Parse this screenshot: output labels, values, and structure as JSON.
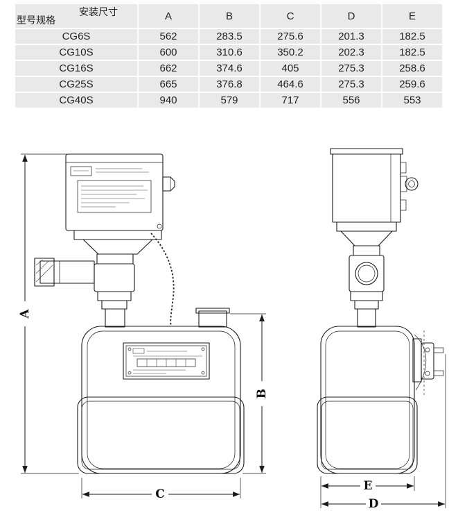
{
  "table": {
    "corner": {
      "top_label": "安装尺寸",
      "bottom_label": "型号规格"
    },
    "columns": [
      "A",
      "B",
      "C",
      "D",
      "E"
    ],
    "rows": [
      {
        "model": "CG6S",
        "values": [
          "562",
          "283.5",
          "275.6",
          "201.3",
          "182.5"
        ]
      },
      {
        "model": "CG10S",
        "values": [
          "600",
          "310.6",
          "350.2",
          "202.3",
          "182.5"
        ]
      },
      {
        "model": "CG16S",
        "values": [
          "662",
          "374.6",
          "405",
          "275.3",
          "258.6"
        ]
      },
      {
        "model": "CG25S",
        "values": [
          "665",
          "376.8",
          "464.6",
          "275.3",
          "259.6"
        ]
      },
      {
        "model": "CG40S",
        "values": [
          "940",
          "579",
          "717",
          "556",
          "553"
        ]
      }
    ]
  },
  "drawings": {
    "front_view": {
      "dim_height_overall": "A",
      "dim_height_body": "B",
      "dim_width_body": "C"
    },
    "side_view": {
      "dim_depth_body": "E",
      "dim_depth_overall": "D"
    }
  },
  "colors": {
    "table_cell_bg": "#e9e9e9",
    "line_color": "#1a1a1a"
  }
}
